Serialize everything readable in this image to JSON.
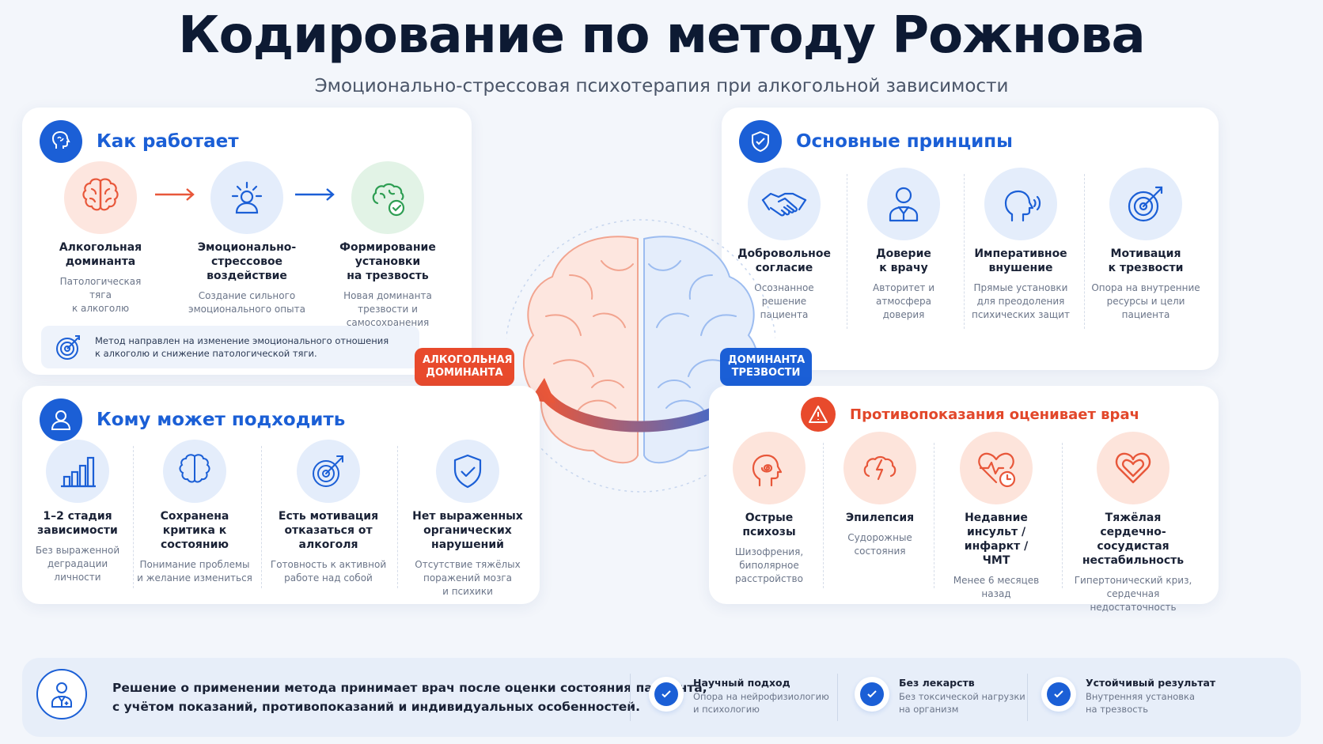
{
  "title": "Кодирование по методу Рожнова",
  "subtitle": "Эмоционально-стрессовая психотерапия при алкогольной зависимости",
  "how": {
    "title": "Как работает",
    "steps": [
      {
        "title": "Алкогольная\nдоминанта",
        "desc": "Патологическая тяга\nк алкоголю",
        "icon": "brain-icon"
      },
      {
        "title": "Эмоционально-\nстрессовое\nвоздействие",
        "desc": "Создание сильного\nэмоционального опыта",
        "icon": "person-rays-icon"
      },
      {
        "title": "Формирование\nустановки\nна трезвость",
        "desc": "Новая доминанта\nтрезвости и\nсамосохранения",
        "icon": "brain-check-icon"
      }
    ],
    "note": "Метод направлен на изменение эмоционального отношения\nк алкоголю и снижение патологической тяги."
  },
  "principles": {
    "title": "Основные принципы",
    "items": [
      {
        "title": "Добровольное\nсогласие",
        "desc": "Осознанное решение\nпациента",
        "icon": "handshake-icon"
      },
      {
        "title": "Доверие\nк врачу",
        "desc": "Авторитет и атмосфера\nдоверия",
        "icon": "doctor-icon"
      },
      {
        "title": "Императивное\nвнушение",
        "desc": "Прямые установки\nдля преодоления\nпсихических защит",
        "icon": "speaking-head-icon"
      },
      {
        "title": "Мотивация\nк трезвости",
        "desc": "Опора на внутренние\nресурсы и цели\nпациента",
        "icon": "target-icon"
      }
    ]
  },
  "center": {
    "tag_left": "АЛКОГОЛЬНАЯ\nДОМИНАНТА",
    "tag_right": "ДОМИНАНТА\nТРЕЗВОСТИ"
  },
  "suits": {
    "title": "Кому может подходить",
    "items": [
      {
        "title": "1–2 стадия\nзависимости",
        "desc": "Без выраженной\nдеградации личности",
        "icon": "bar-chart-icon"
      },
      {
        "title": "Сохранена\nкритика к состоянию",
        "desc": "Понимание проблемы\nи желание измениться",
        "icon": "brain-icon"
      },
      {
        "title": "Есть мотивация\nотказаться от алкоголя",
        "desc": "Готовность к активной\nработе над собой",
        "icon": "target-icon"
      },
      {
        "title": "Нет выраженных\nорганических нарушений",
        "desc": "Отсутствие тяжёлых\nпоражений мозга\nи психики",
        "icon": "shield-check-icon"
      }
    ]
  },
  "contra": {
    "title": "Противопоказания оценивает врач",
    "items": [
      {
        "title": "Острые\nпсихозы",
        "desc": "Шизофрения,\nбиполярное\nрасстройство",
        "icon": "head-spiral-icon"
      },
      {
        "title": "Эпилепсия",
        "desc": "Судорожные\nсостояния",
        "icon": "brain-lightning-icon"
      },
      {
        "title": "Недавние\nинсульт / инфаркт /\nЧМТ",
        "desc": "Менее 6 месяцев\nназад",
        "icon": "heart-pulse-clock-icon"
      },
      {
        "title": "Тяжёлая\nсердечно-сосудистая\nнестабильность",
        "desc": "Гипертонический криз,\nсердечная недостаточность",
        "icon": "heart-icon"
      }
    ]
  },
  "bottom": {
    "text": "Решение о применении метода принимает врач после оценки состояния пациента,\nс учётом показаний, противопоказаний и индивидуальных особенностей.",
    "features": [
      {
        "title": "Научный подход",
        "desc": "Опора на нейрофизиологию\nи психологию"
      },
      {
        "title": "Без лекарств",
        "desc": "Без токсической нагрузки\nна организм"
      },
      {
        "title": "Устойчивый результат",
        "desc": "Внутренняя установка\nна трезвость"
      }
    ]
  },
  "colors": {
    "blue": "#1b5fd6",
    "red": "#e84a2c",
    "green": "#2e9e53"
  }
}
